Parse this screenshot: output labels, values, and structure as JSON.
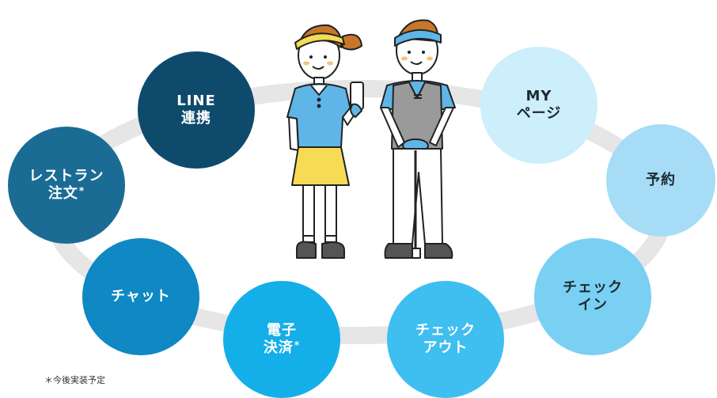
{
  "colors": {
    "ring": "#e6e6e6",
    "line_link": "#0e4a6b",
    "restaurant": "#1b6c94",
    "chat": "#0f88c4",
    "payment": "#14aee8",
    "checkout": "#3fbef0",
    "checkin": "#7ad0f2",
    "reservation": "#a6dcf5",
    "mypage": "#cdeefb"
  },
  "nodes": {
    "line_link": {
      "l1": "LINE",
      "l2": "連携"
    },
    "restaurant": {
      "l1": "レストラン",
      "l2": "注文",
      "mark": "*"
    },
    "chat": {
      "l1": "チャット"
    },
    "payment": {
      "l1": "電子",
      "l2": "決済",
      "mark": "*"
    },
    "checkout": {
      "l1": "チェック",
      "l2": "アウト"
    },
    "checkin": {
      "l1": "チェック",
      "l2": "イン"
    },
    "reservation": {
      "l1": "予約"
    },
    "mypage": {
      "l1": "MY",
      "l2": "ページ"
    }
  },
  "illustration": {
    "icon": "golfer-couple-illustration"
  },
  "footnote": "＊今後実装予定"
}
